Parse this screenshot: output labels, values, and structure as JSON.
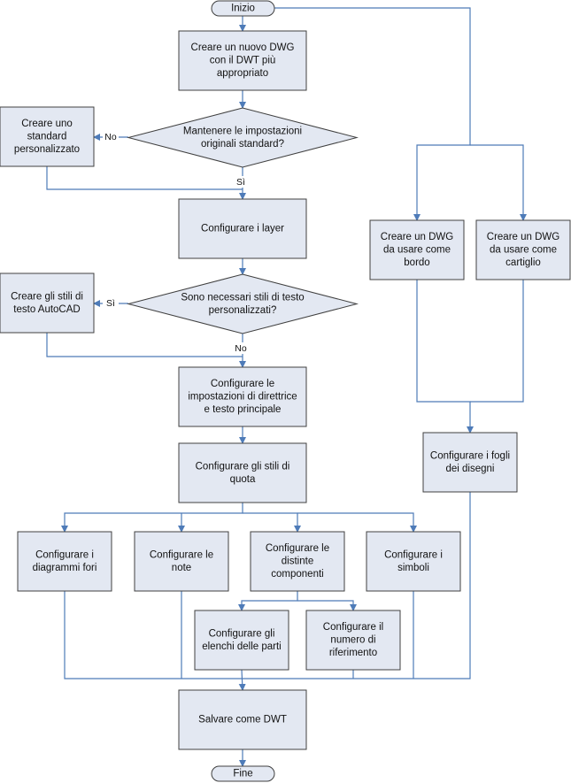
{
  "colors": {
    "node_fill": "#E3E8F2",
    "node_stroke": "#404040",
    "connector": "#4E7BB8",
    "background": "#FFFFFF",
    "text": "#111111"
  },
  "nodes": [
    {
      "id": "start",
      "shape": "terminal",
      "lines": [
        "Inizio"
      ]
    },
    {
      "id": "new_dwg",
      "shape": "process",
      "lines": [
        "Creare un nuovo DWG",
        "con il DWT più",
        "appropriato"
      ]
    },
    {
      "id": "keep_std",
      "shape": "decision",
      "lines": [
        "Mantenere le impostazioni",
        "originali standard?"
      ]
    },
    {
      "id": "custom_std",
      "shape": "process",
      "lines": [
        "Creare uno",
        "standard",
        "personalizzato"
      ]
    },
    {
      "id": "layers",
      "shape": "process",
      "lines": [
        "Configurare i layer"
      ]
    },
    {
      "id": "need_styles",
      "shape": "decision",
      "lines": [
        "Sono necessari stili di testo",
        "personalizzati?"
      ]
    },
    {
      "id": "text_styles",
      "shape": "process",
      "lines": [
        "Creare gli stili di",
        "testo AutoCAD"
      ]
    },
    {
      "id": "leader",
      "shape": "process",
      "lines": [
        "Configurare le",
        "impostazioni di direttrice",
        "e testo principale"
      ]
    },
    {
      "id": "dim_styles",
      "shape": "process",
      "lines": [
        "Configurare gli stili di",
        "quota"
      ]
    },
    {
      "id": "hole_charts",
      "shape": "process",
      "lines": [
        "Configurare i",
        "diagrammi fori"
      ]
    },
    {
      "id": "notes",
      "shape": "process",
      "lines": [
        "Configurare le",
        "note"
      ]
    },
    {
      "id": "bom",
      "shape": "process",
      "lines": [
        "Configurare le",
        "distinte",
        "componenti"
      ]
    },
    {
      "id": "symbols",
      "shape": "process",
      "lines": [
        "Configurare i",
        "simboli"
      ]
    },
    {
      "id": "parts_lists",
      "shape": "process",
      "lines": [
        "Configurare gli",
        "elenchi delle parti"
      ]
    },
    {
      "id": "balloons",
      "shape": "process",
      "lines": [
        "Configurare il",
        "numero di",
        "riferimento"
      ]
    },
    {
      "id": "border",
      "shape": "process",
      "lines": [
        "Creare un DWG",
        "da usare come",
        "bordo"
      ]
    },
    {
      "id": "title_block",
      "shape": "process",
      "lines": [
        "Creare un DWG",
        "da usare come",
        "cartiglio"
      ]
    },
    {
      "id": "sheets",
      "shape": "process",
      "lines": [
        "Configurare i fogli",
        "dei disegni"
      ]
    },
    {
      "id": "save_dwt",
      "shape": "process",
      "lines": [
        "Salvare come DWT"
      ]
    },
    {
      "id": "end",
      "shape": "terminal",
      "lines": [
        "Fine"
      ]
    }
  ],
  "edges": [
    {
      "from": "start",
      "to": "new_dwg"
    },
    {
      "from": "new_dwg",
      "to": "keep_std"
    },
    {
      "from": "keep_std",
      "to": "custom_std",
      "label": "No"
    },
    {
      "from": "keep_std",
      "to": "layers",
      "label": "Sì"
    },
    {
      "from": "custom_std",
      "to": "layers"
    },
    {
      "from": "layers",
      "to": "need_styles"
    },
    {
      "from": "need_styles",
      "to": "text_styles",
      "label": "Sì"
    },
    {
      "from": "need_styles",
      "to": "leader",
      "label": "No"
    },
    {
      "from": "text_styles",
      "to": "leader"
    },
    {
      "from": "leader",
      "to": "dim_styles"
    },
    {
      "from": "dim_styles",
      "to": "hole_charts"
    },
    {
      "from": "dim_styles",
      "to": "notes"
    },
    {
      "from": "dim_styles",
      "to": "bom"
    },
    {
      "from": "dim_styles",
      "to": "symbols"
    },
    {
      "from": "bom",
      "to": "parts_lists"
    },
    {
      "from": "bom",
      "to": "balloons"
    },
    {
      "from": "start",
      "to": "border"
    },
    {
      "from": "start",
      "to": "title_block"
    },
    {
      "from": "border",
      "to": "sheets"
    },
    {
      "from": "title_block",
      "to": "sheets"
    },
    {
      "from": "hole_charts",
      "to": "save_dwt"
    },
    {
      "from": "notes",
      "to": "save_dwt"
    },
    {
      "from": "symbols",
      "to": "save_dwt"
    },
    {
      "from": "parts_lists",
      "to": "save_dwt"
    },
    {
      "from": "balloons",
      "to": "save_dwt"
    },
    {
      "from": "sheets",
      "to": "save_dwt"
    },
    {
      "from": "save_dwt",
      "to": "end"
    }
  ]
}
